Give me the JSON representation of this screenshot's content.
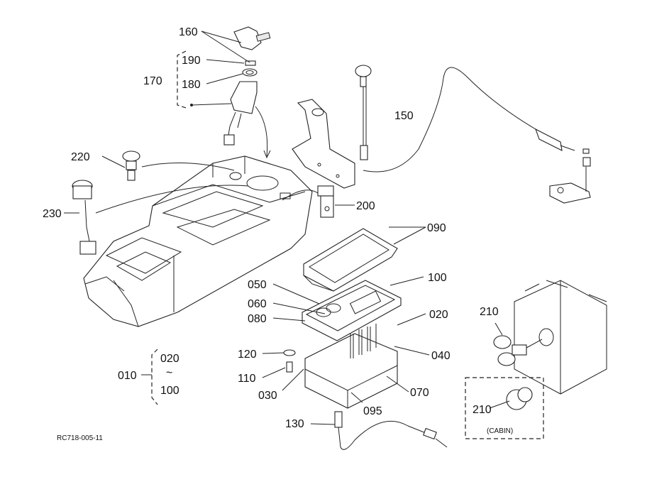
{
  "callouts": {
    "c160": "160",
    "c190": "190",
    "c170": "170",
    "c180": "180",
    "c150": "150",
    "c220": "220",
    "c230": "230",
    "c200": "200",
    "c090": "090",
    "c100": "100",
    "c050": "050",
    "c060": "060",
    "c080": "080",
    "c020": "020",
    "c040": "040",
    "c120": "120",
    "c110": "110",
    "c030": "030",
    "c070": "070",
    "c095": "095",
    "c130": "130",
    "c210a": "210",
    "c210b": "210",
    "c010": "010",
    "range_from": "020",
    "range_tilde": "~",
    "range_to": "100"
  },
  "cabin_label": "(CABIN)",
  "figure_code": "RC718-005-11"
}
